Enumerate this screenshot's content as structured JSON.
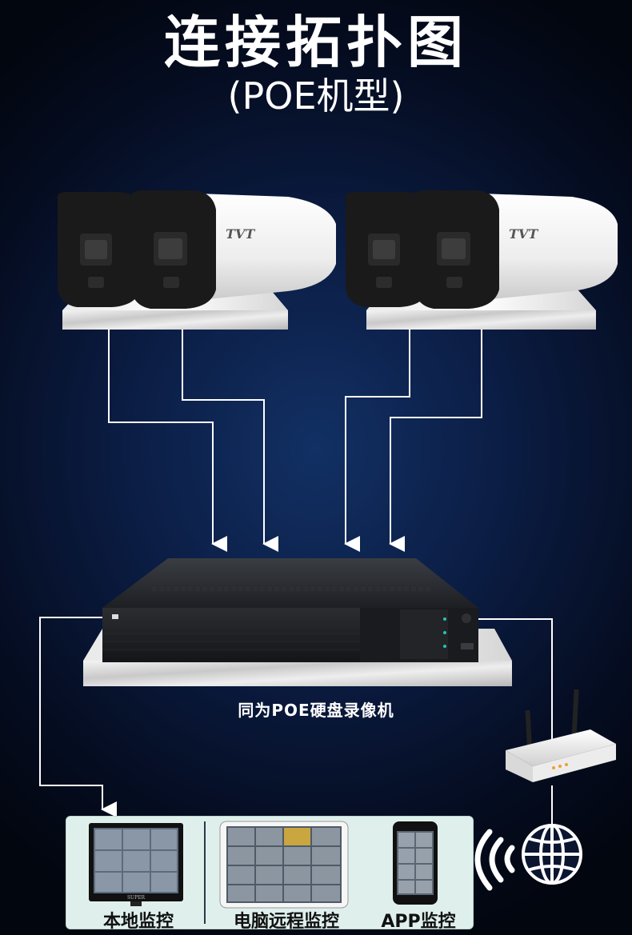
{
  "title": "连接拓扑图",
  "subtitle": "(POE机型)",
  "camera_brand": "TVT",
  "nvr_label": "同为POE硬盘录像机",
  "monitor_screen_brand": "SUPER",
  "monitors": [
    {
      "label": "本地监控"
    },
    {
      "label": "电脑远程监控"
    },
    {
      "label": "APP监控"
    }
  ],
  "colors": {
    "background": "#0b1d44",
    "panel": "#dff0ec",
    "line": "#ffffff"
  },
  "icons": [
    "globe-icon",
    "wifi-signal-icon",
    "router-icon"
  ]
}
